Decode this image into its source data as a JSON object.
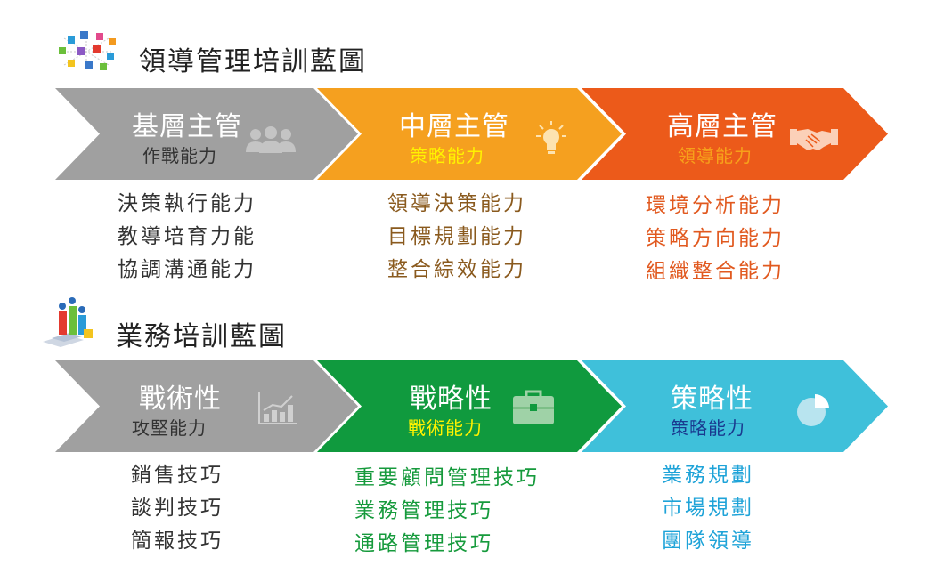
{
  "leadership": {
    "title": "領導管理培訓藍圖",
    "stages": [
      {
        "title": "基層主管",
        "subtitle": "作戰能力",
        "icon": "people-icon",
        "fill": "#a0a0a0",
        "title_color": "#ffffff",
        "subtitle_color": "#333333",
        "list_color": "#333333",
        "items": [
          "決策執行能力",
          "教導培育力能",
          "協調溝通能力"
        ]
      },
      {
        "title": "中層主管",
        "subtitle": "策略能力",
        "icon": "lightbulb-icon",
        "fill": "#f5a01f",
        "title_color": "#ffffff",
        "subtitle_color": "#fff200",
        "list_color": "#8a5a1e",
        "items": [
          "領導決策能力",
          "目標規劃能力",
          "整合綜效能力"
        ]
      },
      {
        "title": "高層主管",
        "subtitle": "領導能力",
        "icon": "handshake-icon",
        "fill": "#ec5a1a",
        "title_color": "#ffffff",
        "subtitle_color": "#f7a11a",
        "list_color": "#e1591f",
        "items": [
          "環境分析能力",
          "策略方向能力",
          "組織整合能力"
        ]
      }
    ]
  },
  "business": {
    "title": "業務培訓藍圖",
    "stages": [
      {
        "title": "戰術性",
        "subtitle": "攻堅能力",
        "icon": "bar-chart-icon",
        "fill": "#a0a0a0",
        "title_color": "#ffffff",
        "subtitle_color": "#333333",
        "list_color": "#333333",
        "items": [
          "銷售技巧",
          "談判技巧",
          "簡報技巧"
        ]
      },
      {
        "title": "戰略性",
        "subtitle": "戰術能力",
        "icon": "briefcase-icon",
        "fill": "#109a3e",
        "title_color": "#ffffff",
        "subtitle_color": "#fff200",
        "list_color": "#169a3c",
        "items": [
          "重要顧問管理技巧",
          "業務管理技巧",
          "通路管理技巧"
        ]
      },
      {
        "title": "策略性",
        "subtitle": "策略能力",
        "icon": "pie-chart-icon",
        "fill": "#3fc0da",
        "title_color": "#ffffff",
        "subtitle_color": "#1a3a8f",
        "list_color": "#1ea3d8",
        "items": [
          "業務規劃",
          "市場規劃",
          "團隊領導"
        ]
      }
    ]
  }
}
